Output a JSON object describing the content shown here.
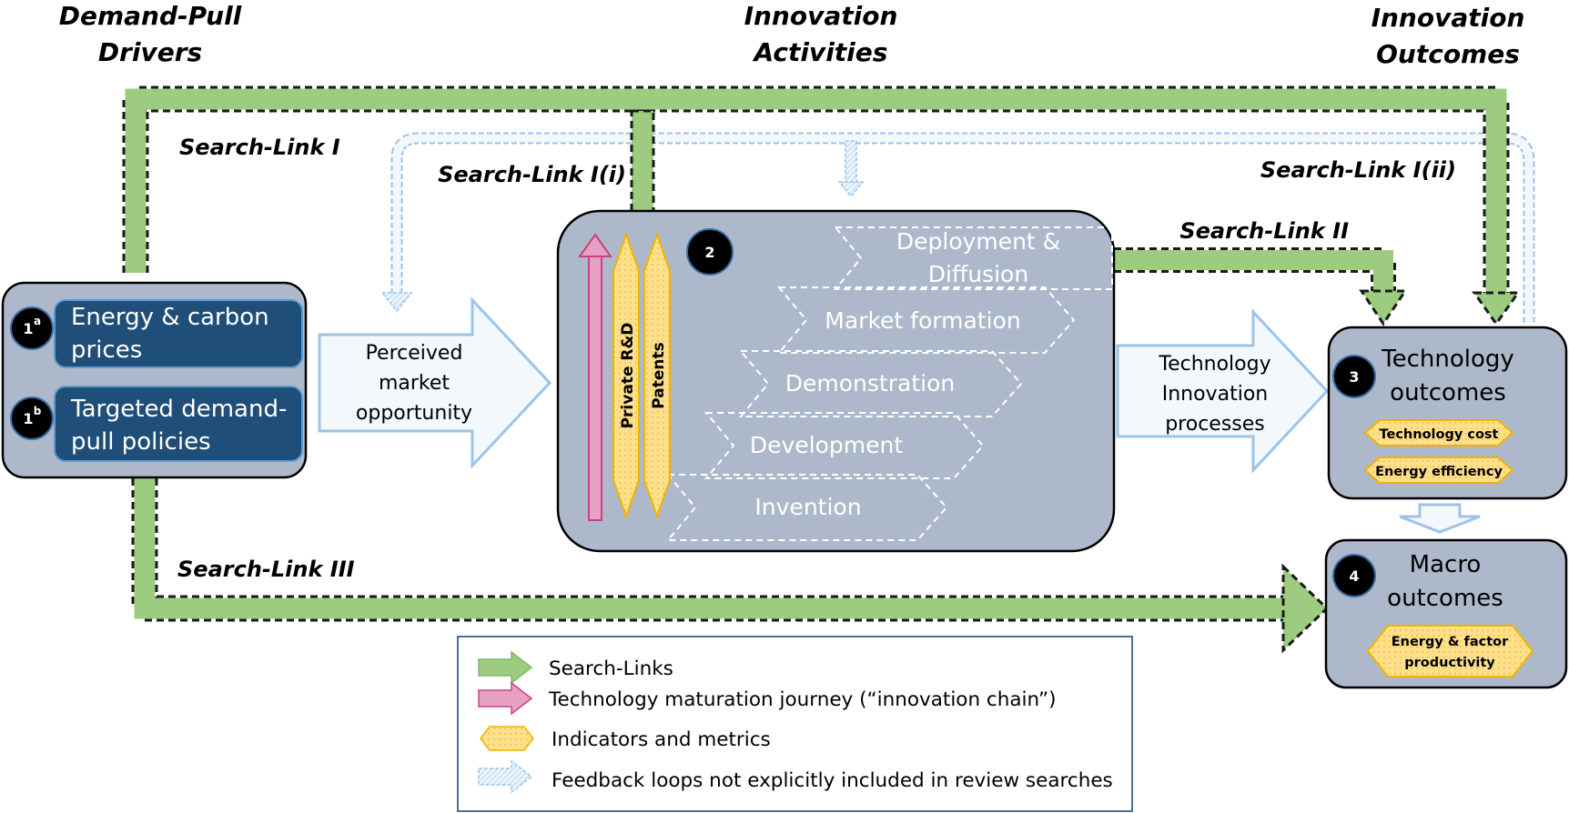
{
  "headers": {
    "drivers": [
      "Demand-Pull",
      "Drivers"
    ],
    "activities": [
      "Innovation",
      "Activities"
    ],
    "outcomes": [
      "Innovation",
      "Outcomes"
    ]
  },
  "search_links": {
    "link_1": "Search-Link I",
    "link_1i": "Search-Link I(i)",
    "link_1ii": "Search-Link I(ii)",
    "link_2": "Search-Link II",
    "link_3": "Search-Link III"
  },
  "drivers": {
    "item_a": {
      "number": "1",
      "sup": "a",
      "lines": [
        "Energy & carbon",
        "prices"
      ]
    },
    "item_b": {
      "number": "1",
      "sup": "b",
      "lines": [
        "Targeted demand-",
        "pull policies"
      ]
    }
  },
  "arrows": {
    "perceived": [
      "Perceived",
      "market",
      "opportunity"
    ],
    "processes": [
      "Technology",
      "Innovation",
      "processes"
    ]
  },
  "activities": {
    "number": "2",
    "stages": {
      "deployment": [
        "Deployment &",
        "Diffusion"
      ],
      "market": "Market formation",
      "demonstration": "Demonstration",
      "development": "Development",
      "invention": "Invention"
    },
    "indicators": {
      "rd": "Private R&D",
      "patents": "Patents"
    }
  },
  "tech_outcomes": {
    "number": "3",
    "lines": [
      "Technology",
      "outcomes"
    ],
    "indicators": [
      "Technology cost",
      "Energy efficiency"
    ]
  },
  "macro_outcomes": {
    "number": "4",
    "lines": [
      "Macro",
      "outcomes"
    ],
    "indicator": [
      "Energy & factor",
      "productivity"
    ]
  },
  "legend": {
    "search_links": "Search-Links",
    "maturation": "Technology maturation journey (“innovation chain”)",
    "indicators": "Indicators and metrics",
    "feedback": "Feedback loops not explicitly included in review searches"
  },
  "colors": {
    "search_link_green": "#9dcc80",
    "box_gray": "#adb9ca",
    "driver_blue": "#1f4e79",
    "indicator_yellow": "#ffd966",
    "maturation_pink": "#e6a0c4",
    "feedback_blue": "#9dc3e6"
  }
}
